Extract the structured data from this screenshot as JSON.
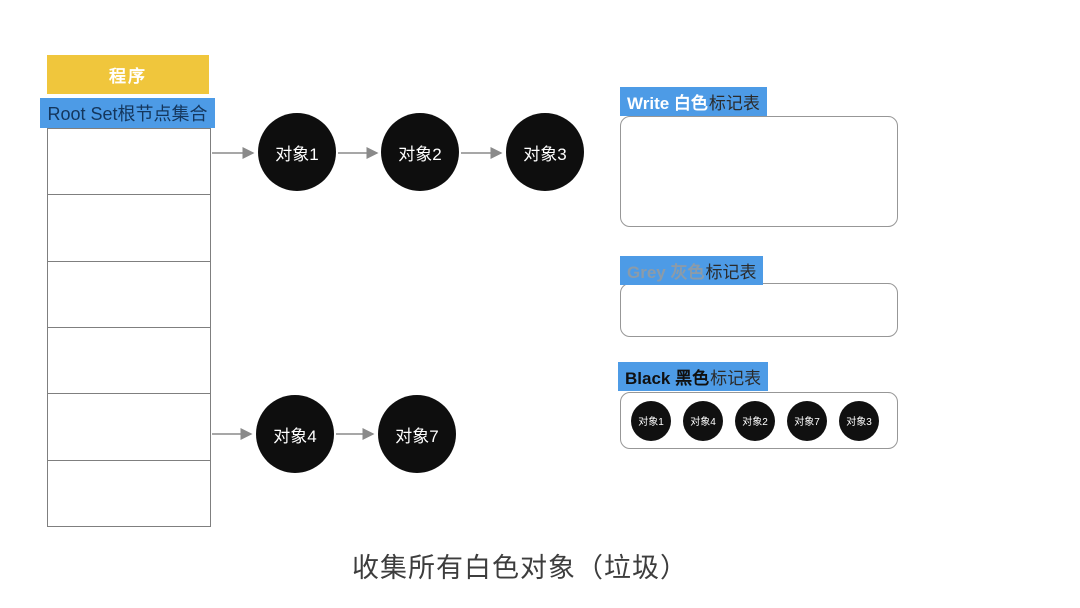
{
  "program_table": {
    "header_label": "程序",
    "root_set_label": "Root Set根节点集合",
    "empty_row_count": 6
  },
  "object_graph": {
    "top_chain": [
      "对象1",
      "对象2",
      "对象3"
    ],
    "bottom_chain": [
      "对象4",
      "对象7"
    ]
  },
  "mark_tables": {
    "white": {
      "label_en": "Write 白色",
      "label_cn": "标记表",
      "items": []
    },
    "grey": {
      "label_en": "Grey 灰色",
      "label_cn": "标记表",
      "items": []
    },
    "black": {
      "label_en": "Black 黑色",
      "label_cn": "标记表",
      "items": [
        "对象1",
        "对象4",
        "对象2",
        "对象7",
        "对象3"
      ]
    }
  },
  "caption": "收集所有白色对象（垃圾）",
  "colors": {
    "highlight_blue": "#4D9BE6",
    "header_yellow": "#F0C63C",
    "node_black": "#0E0E0E",
    "root_set_text": "#14365C",
    "arrow_grey": "#8A8A8A",
    "box_border_grey": "#979797"
  }
}
